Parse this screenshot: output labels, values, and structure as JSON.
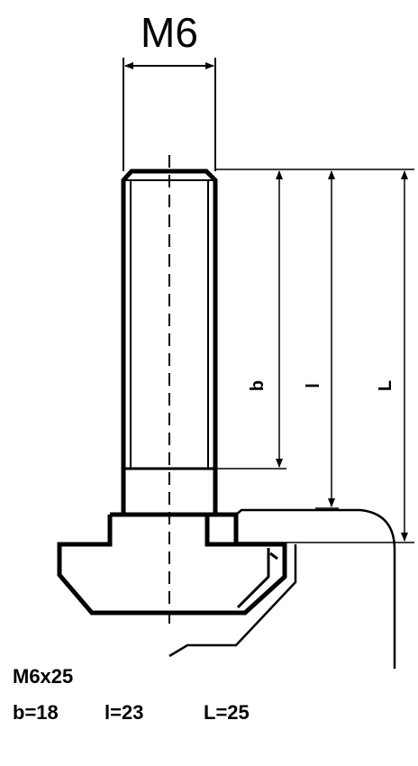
{
  "drawing": {
    "thread_label": "M6",
    "dim_b_label": "b",
    "dim_l_label": "l",
    "dim_L_label": "L"
  },
  "spec": {
    "size": "M6x25",
    "b": "b=18",
    "l": "l=23",
    "L": "L=25"
  }
}
